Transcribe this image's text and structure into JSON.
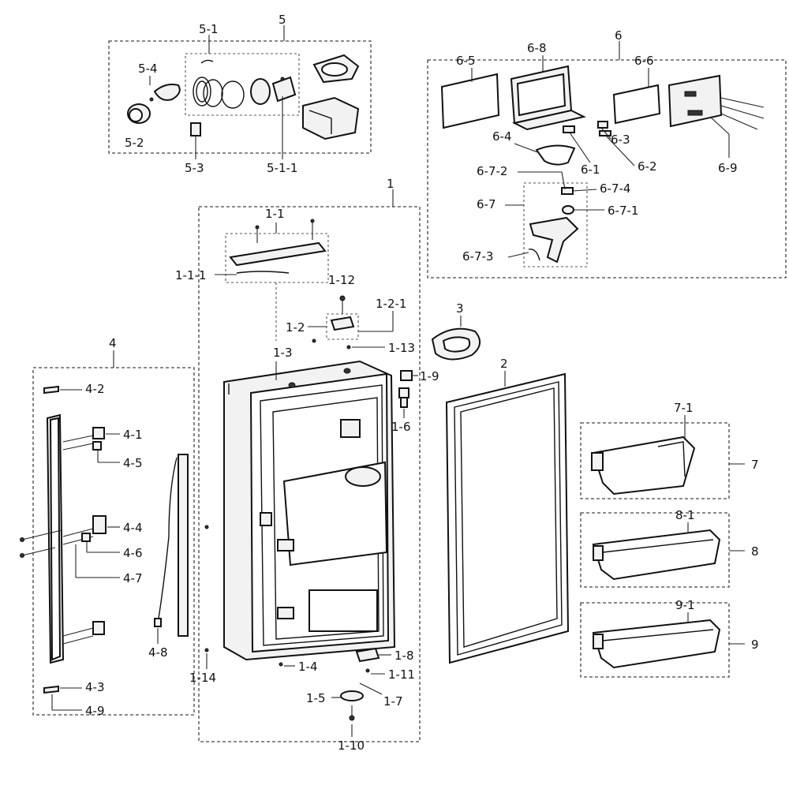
{
  "labels": {
    "g5": "5",
    "g5_1": "5-1",
    "g5_4": "5-4",
    "g5_2": "5-2",
    "g5_3": "5-3",
    "g5_1_1": "5-1-1",
    "g6": "6",
    "g6_5": "6-5",
    "g6_8": "6-8",
    "g6_6": "6-6",
    "g6_3": "6-3",
    "g6_4": "6-4",
    "g6_1": "6-1",
    "g6_2": "6-2",
    "g6_9": "6-9",
    "g6_7_2": "6-7-2",
    "g6_7_4": "6-7-4",
    "g6_7": "6-7",
    "g6_7_1": "6-7-1",
    "g6_7_3": "6-7-3",
    "g1": "1",
    "g1_1": "1-1",
    "g1_1_1": "1-1-1",
    "g1_12": "1-12",
    "g1_2_1": "1-2-1",
    "g1_2": "1-2",
    "g1_3": "1-3",
    "g1_13": "1-13",
    "g1_9": "1-9",
    "g1_6": "1-6",
    "g1_8": "1-8",
    "g1_4": "1-4",
    "g1_11": "1-11",
    "g1_14": "1-14",
    "g1_5": "1-5",
    "g1_7": "1-7",
    "g1_10": "1-10",
    "g2": "2",
    "g3": "3",
    "g4": "4",
    "g4_2": "4-2",
    "g4_1": "4-1",
    "g4_5": "4-5",
    "g4_4": "4-4",
    "g4_6": "4-6",
    "g4_7": "4-7",
    "g4_8": "4-8",
    "g4_3": "4-3",
    "g4_9": "4-9",
    "g7": "7",
    "g7_1": "7-1",
    "g8": "8",
    "g8_1": "8-1",
    "g9": "9",
    "g9_1": "9-1"
  }
}
